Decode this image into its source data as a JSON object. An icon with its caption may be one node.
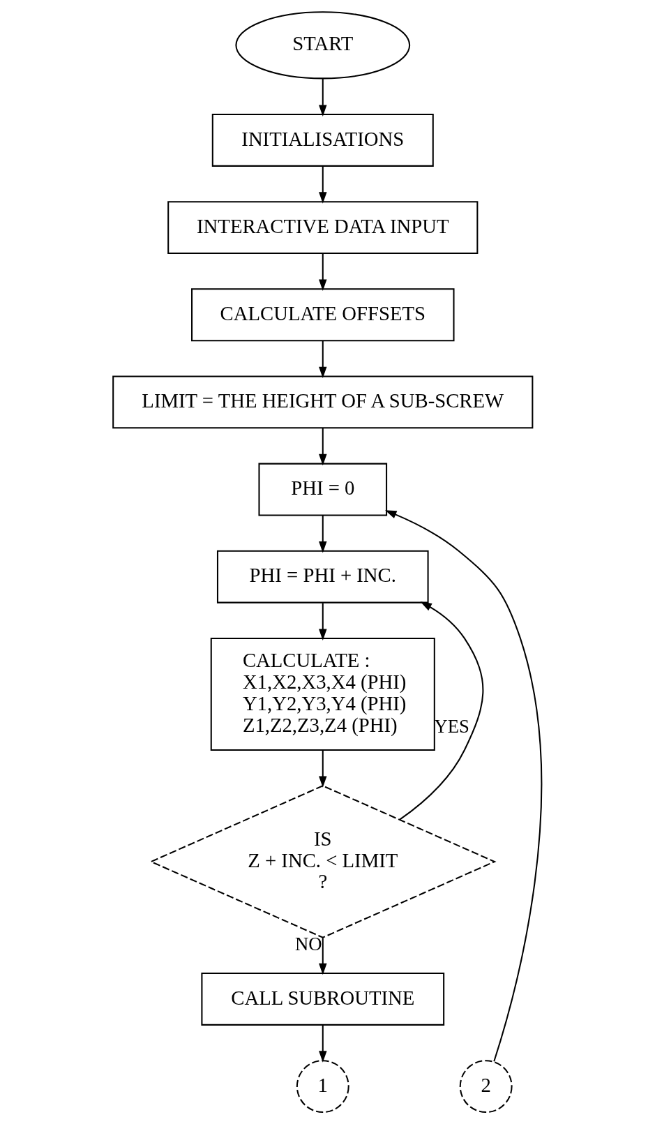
{
  "diagram": {
    "nodes": [
      {
        "text": [
          "START"
        ]
      },
      {
        "text": [
          "INITIALISATIONS"
        ]
      },
      {
        "text": [
          "INTERACTIVE DATA INPUT"
        ]
      },
      {
        "text": [
          "CALCULATE OFFSETS"
        ]
      },
      {
        "text": [
          "LIMIT = THE HEIGHT OF A SUB-SCREW"
        ]
      },
      {
        "text": [
          "PHI = 0"
        ]
      },
      {
        "text": [
          "PHI = PHI + INC."
        ]
      },
      {
        "text": [
          "CALCULATE :",
          "X1,X2,X3,X4 (PHI)",
          "Y1,Y2,Y3,Y4 (PHI)",
          "Z1,Z2,Z3,Z4 (PHI)"
        ]
      },
      {
        "text": [
          "IS",
          "Z + INC. < LIMIT",
          "?"
        ]
      },
      {
        "text": [
          "CALL SUBROUTINE"
        ]
      },
      {
        "text": [
          "1"
        ]
      },
      {
        "text": [
          "2"
        ]
      }
    ],
    "edges": [
      {
        "from": 0,
        "to": 1,
        "arrow": "to"
      },
      {
        "from": 1,
        "to": 2,
        "arrow": "to"
      },
      {
        "from": 2,
        "to": 3,
        "arrow": "to"
      },
      {
        "from": 3,
        "to": 4,
        "arrow": "to"
      },
      {
        "from": 4,
        "to": 5,
        "arrow": "to"
      },
      {
        "from": 5,
        "to": 6,
        "arrow": "to"
      },
      {
        "from": 6,
        "to": 7,
        "arrow": "to"
      },
      {
        "from": 7,
        "to": 8,
        "arrow": "to"
      },
      {
        "from": 8,
        "to": 9,
        "label": "NO",
        "arrow": "to"
      },
      {
        "from": 8,
        "to": 6,
        "label": "YES",
        "arrow": "to"
      },
      {
        "from": 9,
        "to": 10,
        "arrow": "to"
      },
      {
        "from": 11,
        "to": 5,
        "arrow": "to"
      }
    ]
  }
}
